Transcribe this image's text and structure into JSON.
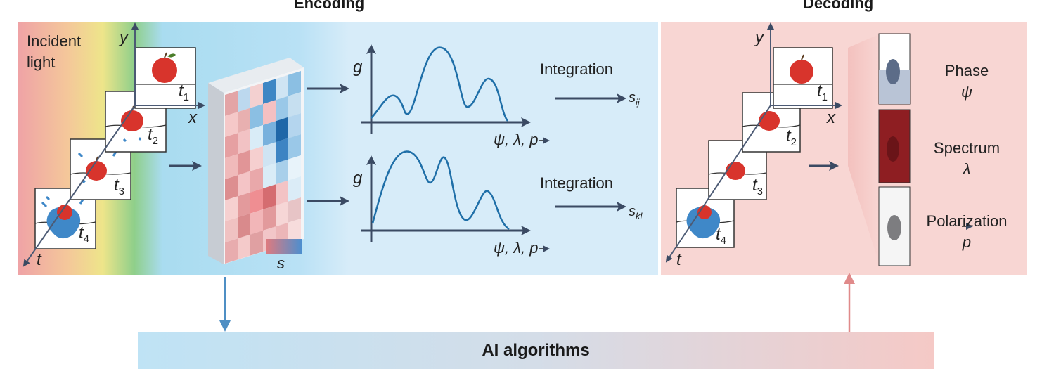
{
  "titles": {
    "encoding": "Encoding",
    "decoding": "Decoding"
  },
  "incident_light": [
    "Incident",
    "light"
  ],
  "axes": {
    "x": "x",
    "y": "y",
    "t": "t"
  },
  "time_frames": [
    {
      "base": "t",
      "sub": "1"
    },
    {
      "base": "t",
      "sub": "2"
    },
    {
      "base": "t",
      "sub": "3"
    },
    {
      "base": "t",
      "sub": "4"
    }
  ],
  "mask_label": "s",
  "graphs": [
    {
      "y_label": "g",
      "x_label": "ψ, λ, p",
      "integration_label": "Integration",
      "output": {
        "base": "s",
        "sub": "ij"
      }
    },
    {
      "y_label": "g",
      "x_label": "ψ, λ, p",
      "integration_label": "Integration",
      "output": {
        "base": "s",
        "sub": "kl"
      }
    }
  ],
  "decoded_properties": [
    {
      "name": "Phase",
      "symbol": "ψ"
    },
    {
      "name": "Spectrum",
      "symbol": "λ"
    },
    {
      "name": "Polarization",
      "symbol": "p"
    }
  ],
  "ai_label": "AI algorithms",
  "colors": {
    "arrow": "#3b4a63",
    "curve": "#1f6fa8",
    "down_arrow": "#4f8fc4",
    "up_arrow": "#e08a8a",
    "apple": "#d8342c",
    "splash": "#3f88c8",
    "phase_panel": "#b9c4d6",
    "spectrum_panel": "#8e1e22",
    "polarization_panel": "#f3f3f3"
  },
  "mask_colors": [
    [
      "#e3a4a6",
      "#bcd8ee",
      "#f3d0d0",
      "#3e86c4",
      "#cfe4f3",
      "#8bbfe3"
    ],
    [
      "#f5c8c8",
      "#e8b0b0",
      "#8bbfe3",
      "#f4c0c2",
      "#9ac8e8",
      "#c6dff0"
    ],
    [
      "#e6a0a2",
      "#f2c2c4",
      "#d9ecf7",
      "#78b1dd",
      "#1f67a8",
      "#b4d5ee"
    ],
    [
      "#f0baba",
      "#e19597",
      "#f5cfcf",
      "#cfe4f3",
      "#3d84c3",
      "#9ac8e8"
    ],
    [
      "#dd8e90",
      "#f4c4c6",
      "#e9a8aa",
      "#d9ecf7",
      "#a8cfea",
      "#e8f3fa"
    ],
    [
      "#f6d0d0",
      "#e39a9c",
      "#ef8e92",
      "#d56c70",
      "#f3c3c5",
      "#dbecf7"
    ],
    [
      "#f0c2c2",
      "#d98a8c",
      "#f2b6b8",
      "#e29a9c",
      "#f6d6d6",
      "#e7c4c6"
    ],
    [
      "#e8acae",
      "#f4caca",
      "#e0a0a2",
      "#f2c6c8",
      "#ecb6b8",
      "#f7dcdc"
    ]
  ]
}
